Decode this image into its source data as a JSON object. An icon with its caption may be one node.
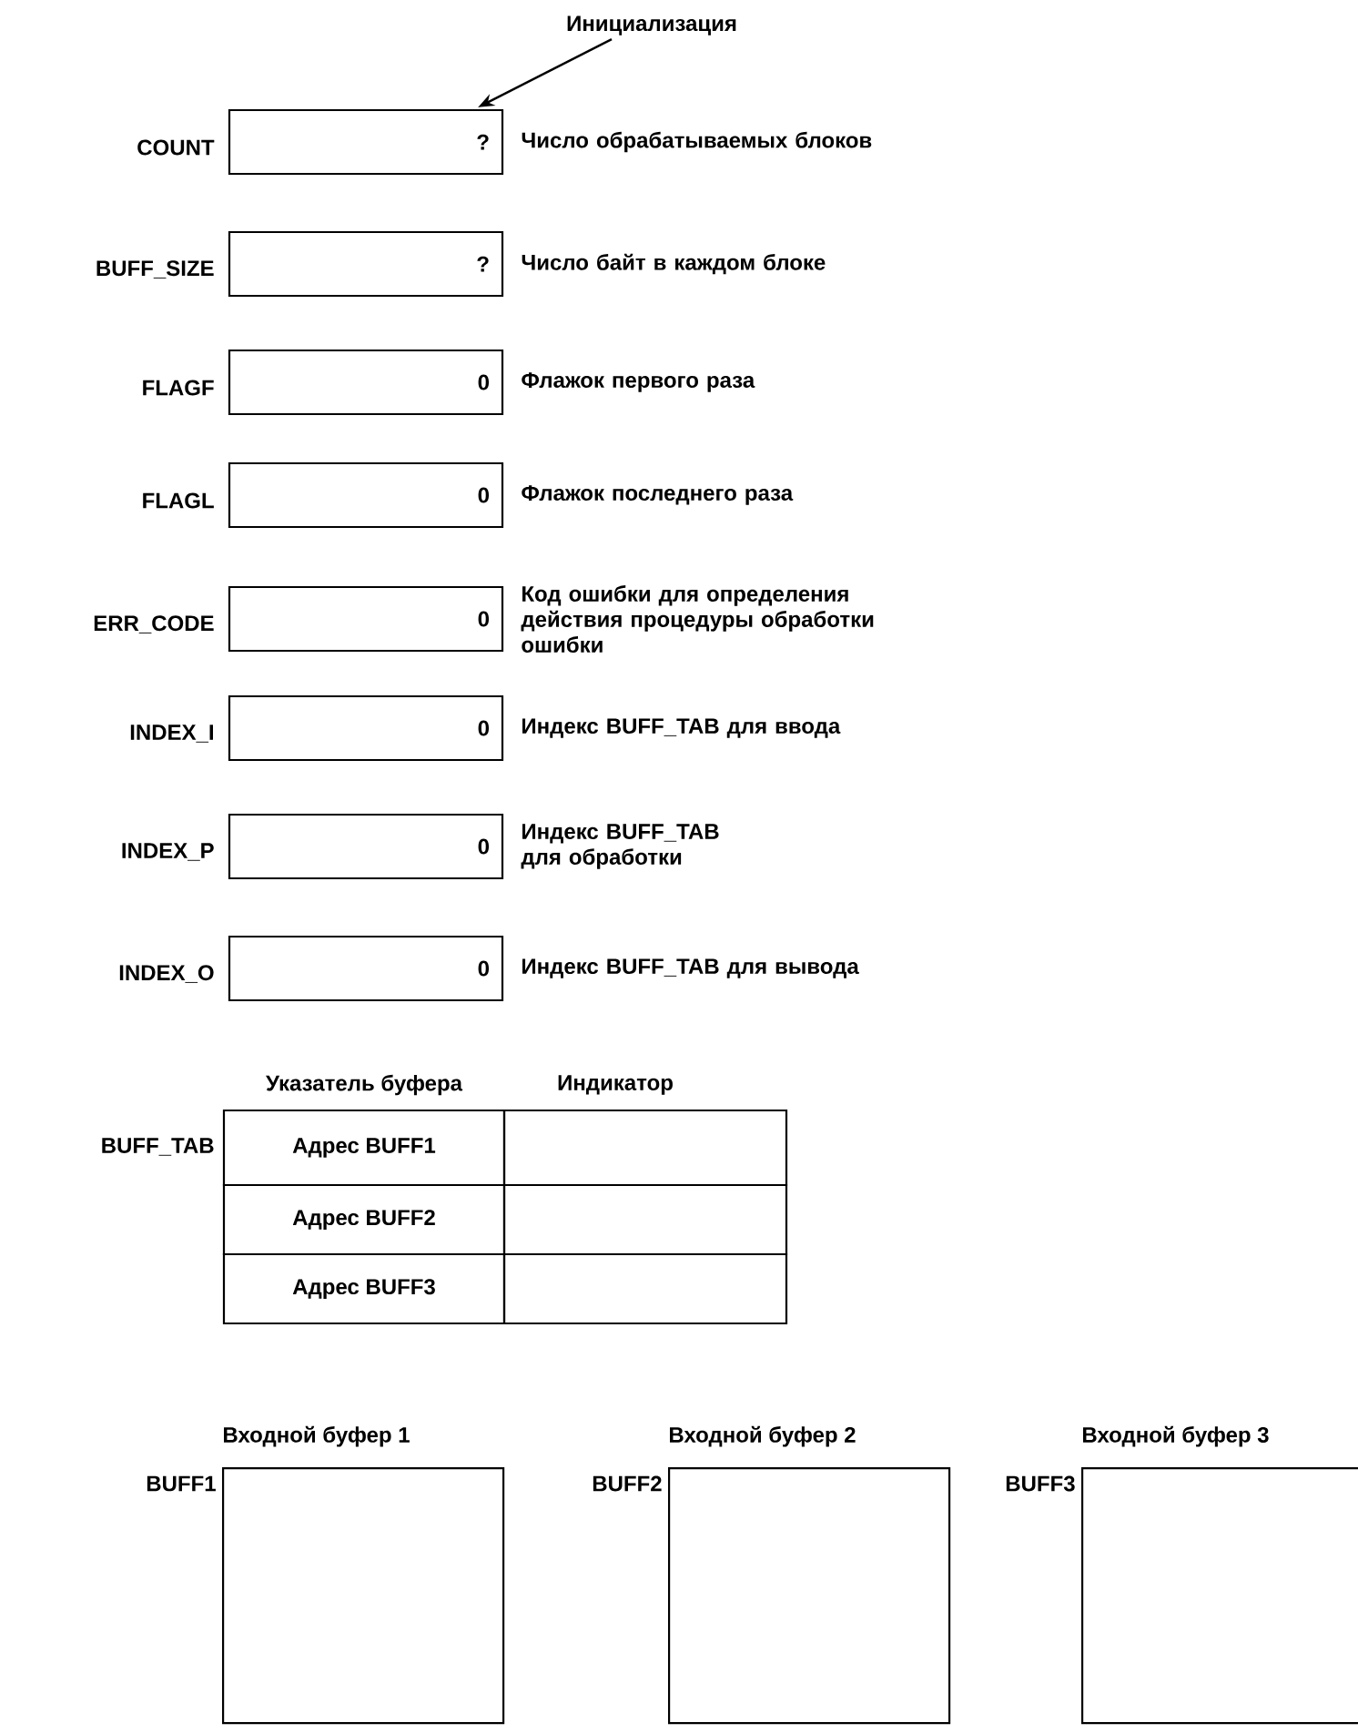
{
  "diagram": {
    "nodes": [
      {
        "text": [
          "Инициализация"
        ]
      },
      {
        "text": [
          "?"
        ],
        "beside": [
          "COUNT",
          "Число обрабатываемых блоков"
        ]
      },
      {
        "text": [
          "?"
        ],
        "beside": [
          "BUFF_SIZE",
          "Число байт в каждом блоке"
        ]
      },
      {
        "text": [
          "0"
        ],
        "beside": [
          "FLAGF",
          "Флажок первого раза"
        ]
      },
      {
        "text": [
          "0"
        ],
        "beside": [
          "FLAGL",
          "Флажок последнего раза"
        ]
      },
      {
        "text": [
          "0"
        ],
        "beside": [
          "ERR_CODE",
          "Код ошибки для определения действия процедуры обработки ошибки"
        ]
      },
      {
        "text": [
          "0"
        ],
        "beside": [
          "INDEX_I",
          "Индекс BUFF_TAB для ввода"
        ]
      },
      {
        "text": [
          "0"
        ],
        "beside": [
          "INDEX_P",
          "Индекс BUFF_TAB для обработки"
        ]
      },
      {
        "text": [
          "0"
        ],
        "beside": [
          "INDEX_O",
          "Индекс BUFF_TAB для вывода"
        ]
      },
      {
        "text": [
          "Входной буфер 1"
        ],
        "beside": [
          "BUFF1"
        ]
      },
      {
        "text": [
          "Входной буфер 2"
        ],
        "beside": [
          "BUFF2"
        ]
      },
      {
        "text": [
          "Входной буфер 3"
        ],
        "beside": [
          "BUFF3"
        ]
      }
    ],
    "edges": [
      {
        "from": 0,
        "to": 1,
        "arrow": "to"
      }
    ],
    "labels": [
      "Указатель буфера",
      "Индикатор",
      "BUFF_TAB",
      "Адрес BUFF1",
      "Адрес BUFF2",
      "Адрес BUFF3"
    ]
  }
}
